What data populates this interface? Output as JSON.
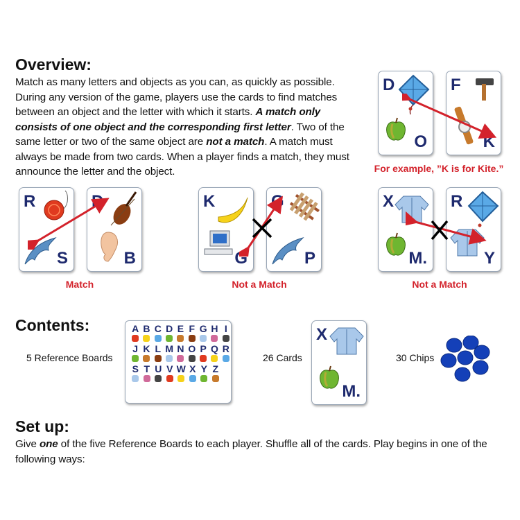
{
  "overview": {
    "heading": "Overview:",
    "p1": "Match as many letters and objects as you can, as quickly as possible. During any version of the game, players use the cards to find matches between an object and the letter with which it starts.",
    "p2_bold": "A match only consists of one object and the corresponding first letter",
    "p3": ". Two of the same letter or two of the same object are",
    "p4_bold": "not a match",
    "p5": ". A match must always be made from two cards. When a player finds a match, they must announce the letter and the object.",
    "example_caption": "For example, ”K is for Kite.”"
  },
  "example_cards": [
    {
      "top": "D",
      "bottom": "O"
    },
    {
      "top": "F",
      "bottom": "K"
    }
  ],
  "match_groups": [
    {
      "label": "Match",
      "cards": [
        {
          "top": "R",
          "bottom": "S"
        },
        {
          "top": "D",
          "bottom": "B"
        }
      ]
    },
    {
      "label": "Not a Match",
      "cards": [
        {
          "top": "K",
          "bottom": "G"
        },
        {
          "top": "G",
          "bottom": "P"
        }
      ]
    },
    {
      "label": "Not a Match",
      "cards": [
        {
          "top": "X",
          "bottom": "M."
        },
        {
          "top": "R",
          "bottom": "Y"
        }
      ]
    }
  ],
  "contents": {
    "heading": "Contents:",
    "boards_label": "5 Reference Boards",
    "cards_label": "26 Cards",
    "chips_label": "30 Chips",
    "board_rows": [
      "ABCDEFGHI",
      "JKLMNOPQR",
      "STUVWXYZ"
    ],
    "card_top": "X",
    "card_bottom": "M."
  },
  "setup": {
    "heading": "Set up:",
    "t1": "Give ",
    "t2_bold": "one",
    "t3": " of the five Reference Boards to each player. Shuffle all of the cards. Play begins in one of the following ways:"
  },
  "colors": {
    "red": "#d3222b",
    "navy": "#1e2a6e",
    "chip": "#1440b8"
  }
}
